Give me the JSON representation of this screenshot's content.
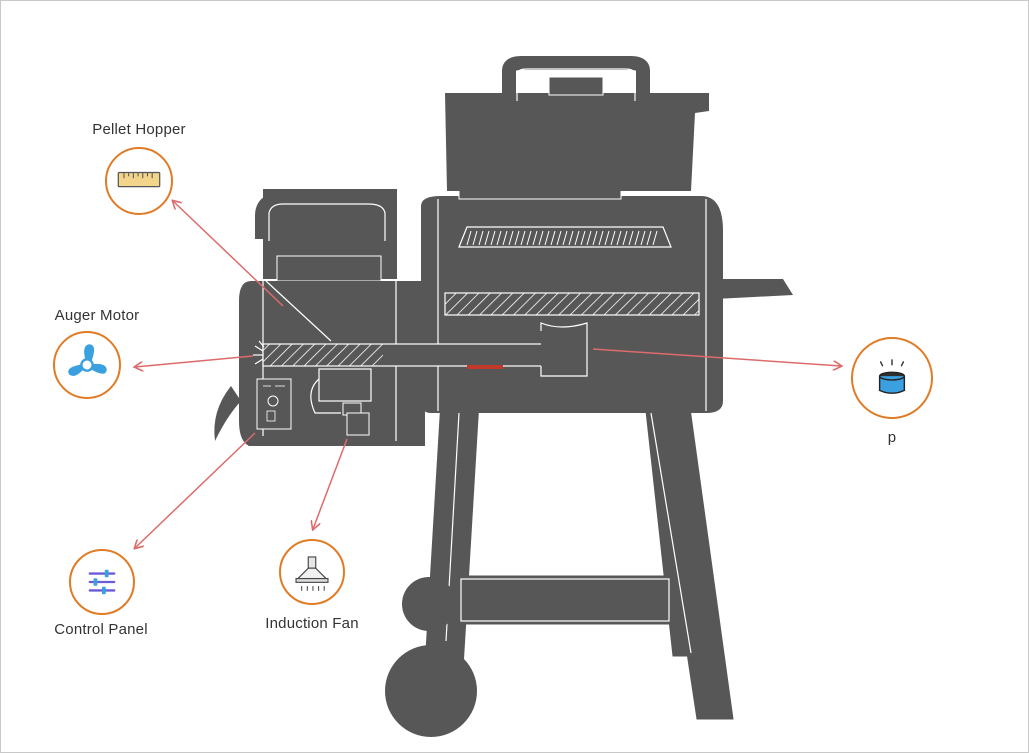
{
  "components": [
    {
      "id": "pellet-hopper",
      "label": "Pellet Hopper",
      "icon": "ruler-icon"
    },
    {
      "id": "auger-motor",
      "label": "Auger Motor",
      "icon": "fan-icon"
    },
    {
      "id": "control-panel",
      "label": "Control Panel",
      "icon": "sliders-icon"
    },
    {
      "id": "induction-fan",
      "label": "Induction Fan",
      "icon": "range-hood-icon"
    },
    {
      "id": "fire-pot",
      "label": "p",
      "icon": "hot-pot-icon"
    }
  ],
  "colors": {
    "grill": "#575757",
    "outline": "#ffffff",
    "arrow": "#dd6b6b",
    "icon_ring": "#e07b26",
    "accent_red": "#c0392b"
  }
}
